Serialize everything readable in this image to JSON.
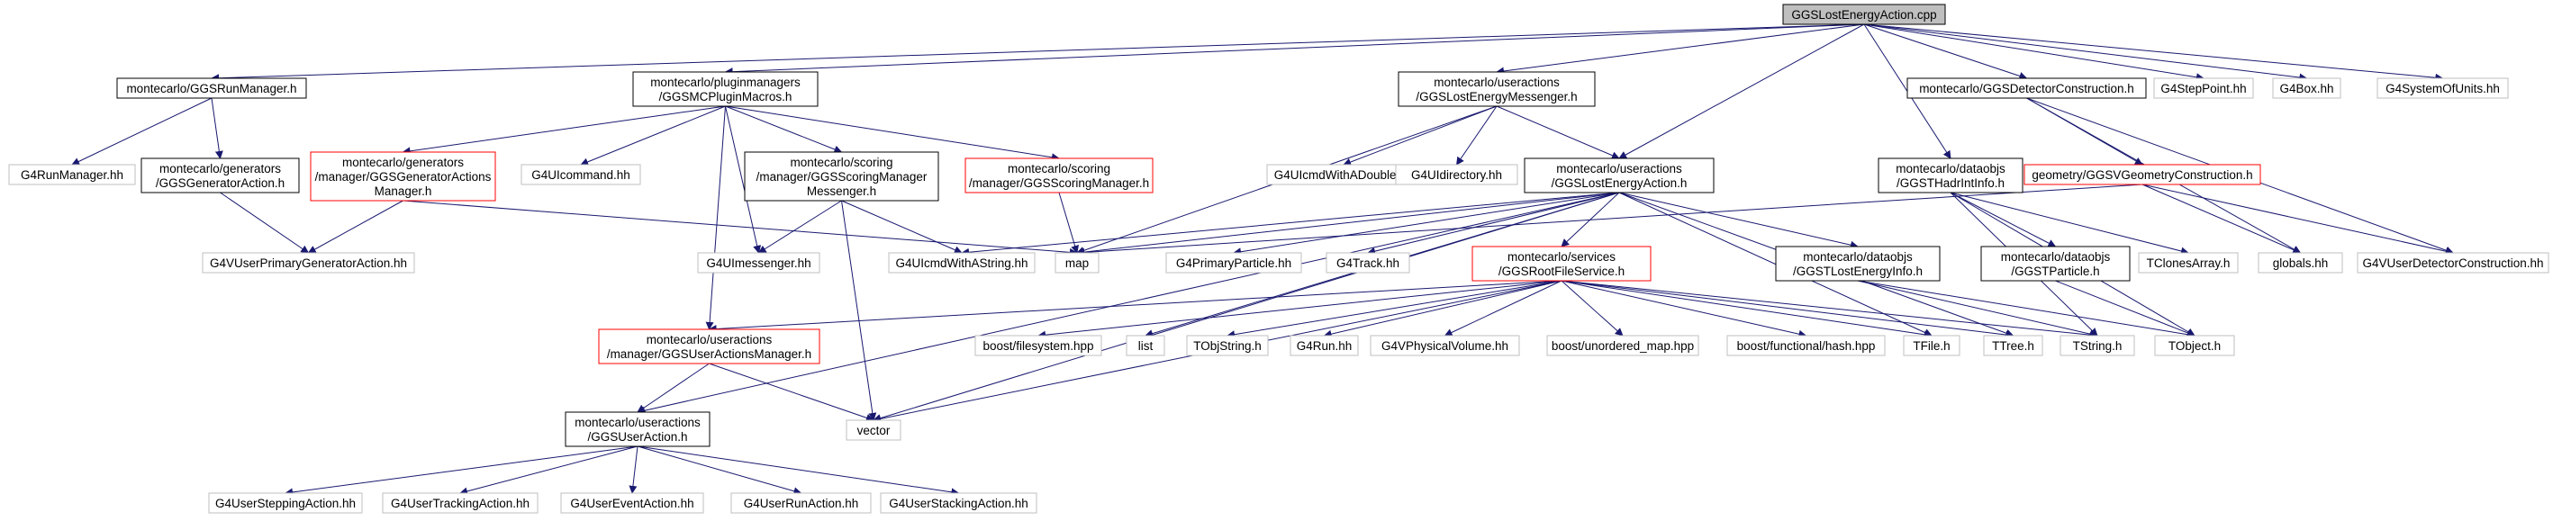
{
  "colors": {
    "edge": "#191970",
    "border_default": "#000000",
    "border_external": "#bfbfbf",
    "border_truncated": "#ff0000",
    "root_fill": "#bfbfbf",
    "node_fill": "#ffffff"
  },
  "nodes": [
    {
      "id": "root",
      "lines": [
        "GGSLostEnergyAction.cpp"
      ],
      "style": "root"
    },
    {
      "id": "runmgr",
      "lines": [
        "montecarlo/GGSRunManager.h"
      ],
      "style": "default"
    },
    {
      "id": "pluginmacros",
      "lines": [
        "montecarlo/pluginmanagers",
        "/GGSMCPluginMacros.h"
      ],
      "style": "default"
    },
    {
      "id": "lemessenger",
      "lines": [
        "montecarlo/useractions",
        "/GGSLostEnergyMessenger.h"
      ],
      "style": "default"
    },
    {
      "id": "detconst",
      "lines": [
        "montecarlo/GGSDetectorConstruction.h"
      ],
      "style": "default"
    },
    {
      "id": "g4steppoint",
      "lines": [
        "G4StepPoint.hh"
      ],
      "style": "external"
    },
    {
      "id": "g4box",
      "lines": [
        "G4Box.hh"
      ],
      "style": "external"
    },
    {
      "id": "g4systemofunits",
      "lines": [
        "G4SystemOfUnits.hh"
      ],
      "style": "external"
    },
    {
      "id": "g4runmanager",
      "lines": [
        "G4RunManager.hh"
      ],
      "style": "external"
    },
    {
      "id": "genaction",
      "lines": [
        "montecarlo/generators",
        "/GGSGeneratorAction.h"
      ],
      "style": "default"
    },
    {
      "id": "genactionsmgr",
      "lines": [
        "montecarlo/generators",
        "/manager/GGSGeneratorActions",
        "Manager.h"
      ],
      "style": "truncated"
    },
    {
      "id": "g4uicommand",
      "lines": [
        "G4UIcommand.hh"
      ],
      "style": "external"
    },
    {
      "id": "scoringmgrmsg",
      "lines": [
        "montecarlo/scoring",
        "/manager/GGSScoringManager",
        "Messenger.h"
      ],
      "style": "default"
    },
    {
      "id": "scoringmgr",
      "lines": [
        "montecarlo/scoring",
        "/manager/GGSScoringManager.h"
      ],
      "style": "truncated"
    },
    {
      "id": "g4uicmddouble",
      "lines": [
        "G4UIcmdWithADouble.hh"
      ],
      "style": "external"
    },
    {
      "id": "g4uidirectory",
      "lines": [
        "G4UIdirectory.hh"
      ],
      "style": "external"
    },
    {
      "id": "lostenergyaction",
      "lines": [
        "montecarlo/useractions",
        "/GGSLostEnergyAction.h"
      ],
      "style": "default"
    },
    {
      "id": "hadrintinfo",
      "lines": [
        "montecarlo/dataobjs",
        "/GGSTHadrIntInfo.h"
      ],
      "style": "default"
    },
    {
      "id": "geomconst",
      "lines": [
        "geometry/GGSVGeometryConstruction.h"
      ],
      "style": "truncated"
    },
    {
      "id": "g4vuserprimgen",
      "lines": [
        "G4VUserPrimaryGeneratorAction.hh"
      ],
      "style": "external"
    },
    {
      "id": "g4uimessenger",
      "lines": [
        "G4UImessenger.hh"
      ],
      "style": "external"
    },
    {
      "id": "g4uicmdstring",
      "lines": [
        "G4UIcmdWithAString.hh"
      ],
      "style": "external"
    },
    {
      "id": "map",
      "lines": [
        "map"
      ],
      "style": "external"
    },
    {
      "id": "g4primaryparticle",
      "lines": [
        "G4PrimaryParticle.hh"
      ],
      "style": "external"
    },
    {
      "id": "g4track",
      "lines": [
        "G4Track.hh"
      ],
      "style": "external"
    },
    {
      "id": "rootfileservice",
      "lines": [
        "montecarlo/services",
        "/GGSRootFileService.h"
      ],
      "style": "truncated"
    },
    {
      "id": "lostenergyinfo",
      "lines": [
        "montecarlo/dataobjs",
        "/GGSTLostEnergyInfo.h"
      ],
      "style": "default"
    },
    {
      "id": "tparticle",
      "lines": [
        "montecarlo/dataobjs",
        "/GGSTParticle.h"
      ],
      "style": "default"
    },
    {
      "id": "tclonesarray",
      "lines": [
        "TClonesArray.h"
      ],
      "style": "external"
    },
    {
      "id": "globals",
      "lines": [
        "globals.hh"
      ],
      "style": "external"
    },
    {
      "id": "g4vuserdetconst",
      "lines": [
        "G4VUserDetectorConstruction.hh"
      ],
      "style": "external"
    },
    {
      "id": "useractionsmgr",
      "lines": [
        "montecarlo/useractions",
        "/manager/GGSUserActionsManager.h"
      ],
      "style": "truncated"
    },
    {
      "id": "boostfs",
      "lines": [
        "boost/filesystem.hpp"
      ],
      "style": "external"
    },
    {
      "id": "list",
      "lines": [
        "list"
      ],
      "style": "external"
    },
    {
      "id": "tobjstring",
      "lines": [
        "TObjString.h"
      ],
      "style": "external"
    },
    {
      "id": "g4run",
      "lines": [
        "G4Run.hh"
      ],
      "style": "external"
    },
    {
      "id": "g4vphysvol",
      "lines": [
        "G4VPhysicalVolume.hh"
      ],
      "style": "external"
    },
    {
      "id": "boostumap",
      "lines": [
        "boost/unordered_map.hpp"
      ],
      "style": "external"
    },
    {
      "id": "boosthash",
      "lines": [
        "boost/functional/hash.hpp"
      ],
      "style": "external"
    },
    {
      "id": "tfile",
      "lines": [
        "TFile.h"
      ],
      "style": "external"
    },
    {
      "id": "ttree",
      "lines": [
        "TTree.h"
      ],
      "style": "external"
    },
    {
      "id": "tstring",
      "lines": [
        "TString.h"
      ],
      "style": "external"
    },
    {
      "id": "tobject",
      "lines": [
        "TObject.h"
      ],
      "style": "external"
    },
    {
      "id": "vector",
      "lines": [
        "vector"
      ],
      "style": "external"
    },
    {
      "id": "useraction",
      "lines": [
        "montecarlo/useractions",
        "/GGSUserAction.h"
      ],
      "style": "default"
    },
    {
      "id": "g4usersteppingaction",
      "lines": [
        "G4UserSteppingAction.hh"
      ],
      "style": "external"
    },
    {
      "id": "g4usertrackingaction",
      "lines": [
        "G4UserTrackingAction.hh"
      ],
      "style": "external"
    },
    {
      "id": "g4usereventaction",
      "lines": [
        "G4UserEventAction.hh"
      ],
      "style": "external"
    },
    {
      "id": "g4userrunaction",
      "lines": [
        "G4UserRunAction.hh"
      ],
      "style": "external"
    },
    {
      "id": "g4userstackingaction",
      "lines": [
        "G4UserStackingAction.hh"
      ],
      "style": "external"
    }
  ],
  "edges": [
    [
      "root",
      "runmgr"
    ],
    [
      "root",
      "pluginmacros"
    ],
    [
      "root",
      "lemessenger"
    ],
    [
      "root",
      "lostenergyaction"
    ],
    [
      "root",
      "hadrintinfo"
    ],
    [
      "root",
      "detconst"
    ],
    [
      "root",
      "g4steppoint"
    ],
    [
      "root",
      "g4box"
    ],
    [
      "root",
      "g4systemofunits"
    ],
    [
      "runmgr",
      "g4runmanager"
    ],
    [
      "runmgr",
      "genaction"
    ],
    [
      "genaction",
      "g4vuserprimgen"
    ],
    [
      "genactionsmgr",
      "g4vuserprimgen"
    ],
    [
      "genactionsmgr",
      "map"
    ],
    [
      "pluginmacros",
      "genactionsmgr"
    ],
    [
      "pluginmacros",
      "g4uicommand"
    ],
    [
      "pluginmacros",
      "scoringmgrmsg"
    ],
    [
      "pluginmacros",
      "scoringmgr"
    ],
    [
      "pluginmacros",
      "g4uimessenger"
    ],
    [
      "pluginmacros",
      "useractionsmgr"
    ],
    [
      "scoringmgrmsg",
      "g4uimessenger"
    ],
    [
      "scoringmgrmsg",
      "g4uicmdstring"
    ],
    [
      "scoringmgrmsg",
      "vector"
    ],
    [
      "scoringmgr",
      "map"
    ],
    [
      "lemessenger",
      "g4uicmddouble"
    ],
    [
      "lemessenger",
      "g4uidirectory"
    ],
    [
      "lemessenger",
      "lostenergyaction"
    ],
    [
      "lemessenger",
      "map"
    ],
    [
      "lostenergyaction",
      "g4uicmdstring"
    ],
    [
      "lostenergyaction",
      "map"
    ],
    [
      "lostenergyaction",
      "g4primaryparticle"
    ],
    [
      "lostenergyaction",
      "g4track"
    ],
    [
      "lostenergyaction",
      "rootfileservice"
    ],
    [
      "lostenergyaction",
      "lostenergyinfo"
    ],
    [
      "lostenergyaction",
      "useraction"
    ],
    [
      "lostenergyaction",
      "vector"
    ],
    [
      "lostenergyaction",
      "list"
    ],
    [
      "lostenergyaction",
      "tfile"
    ],
    [
      "lostenergyaction",
      "ttree"
    ],
    [
      "rootfileservice",
      "useractionsmgr"
    ],
    [
      "rootfileservice",
      "boostfs"
    ],
    [
      "rootfileservice",
      "tobjstring"
    ],
    [
      "rootfileservice",
      "g4run"
    ],
    [
      "rootfileservice",
      "g4vphysvol"
    ],
    [
      "rootfileservice",
      "boostumap"
    ],
    [
      "rootfileservice",
      "boosthash"
    ],
    [
      "rootfileservice",
      "tfile"
    ],
    [
      "rootfileservice",
      "ttree"
    ],
    [
      "rootfileservice",
      "tstring"
    ],
    [
      "rootfileservice",
      "vector"
    ],
    [
      "lostenergyinfo",
      "tstring"
    ],
    [
      "lostenergyinfo",
      "tobject"
    ],
    [
      "hadrintinfo",
      "tclonesarray"
    ],
    [
      "hadrintinfo",
      "tparticle"
    ],
    [
      "hadrintinfo",
      "tobject"
    ],
    [
      "hadrintinfo",
      "tstring"
    ],
    [
      "tparticle",
      "tobject"
    ],
    [
      "detconst",
      "geomconst"
    ],
    [
      "detconst",
      "globals"
    ],
    [
      "detconst",
      "g4vuserdetconst"
    ],
    [
      "geomconst",
      "map"
    ],
    [
      "geomconst",
      "globals"
    ],
    [
      "geomconst",
      "g4vuserdetconst"
    ],
    [
      "useractionsmgr",
      "useraction"
    ],
    [
      "useractionsmgr",
      "vector"
    ],
    [
      "useraction",
      "g4usersteppingaction"
    ],
    [
      "useraction",
      "g4usertrackingaction"
    ],
    [
      "useraction",
      "g4usereventaction"
    ],
    [
      "useraction",
      "g4userrunaction"
    ],
    [
      "useraction",
      "g4userstackingaction"
    ]
  ]
}
